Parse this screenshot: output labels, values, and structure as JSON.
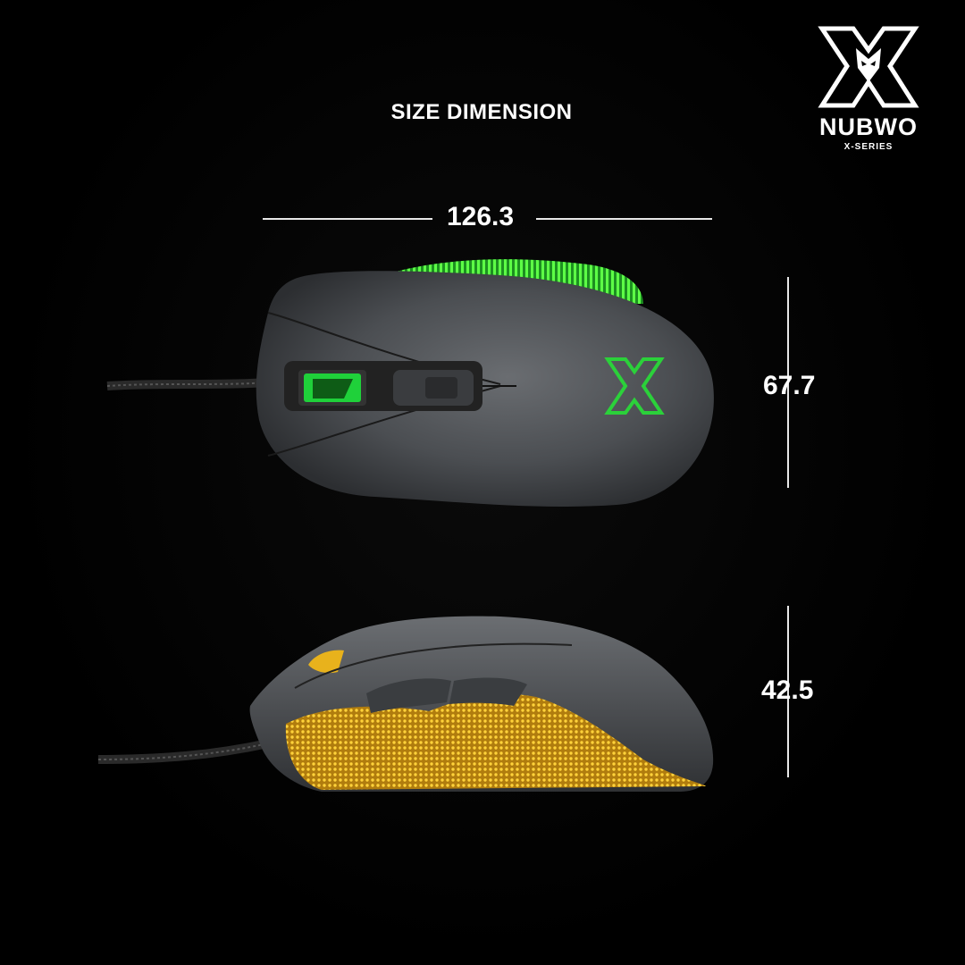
{
  "title": "SIZE DIMENSION",
  "brand": {
    "name": "NUBWO",
    "series": "X-SERIES",
    "logo_icon": "wolf-x-logo-icon"
  },
  "dimensions": {
    "length": "126.3",
    "width": "67.7",
    "height": "42.5"
  },
  "colors": {
    "background": "#000000",
    "accent_green": "#2bd13a",
    "accent_yellow": "#e8b21c",
    "mouse_body": "#4a4c4f"
  }
}
